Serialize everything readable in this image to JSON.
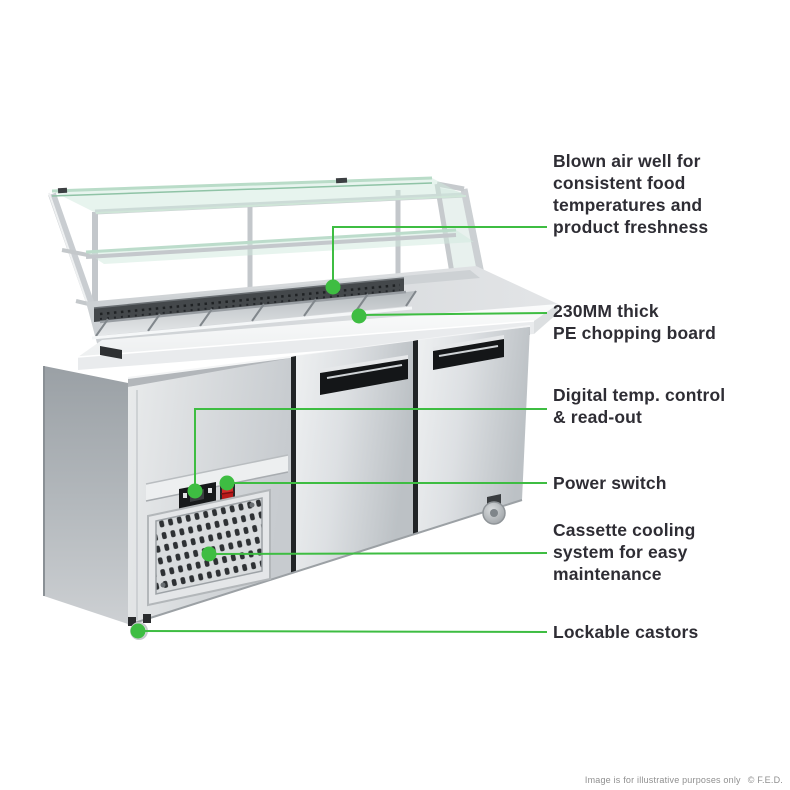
{
  "accent": {
    "green": "#3ebd42",
    "label_color": "#2e2d34",
    "footer_color": "#8f8f8f"
  },
  "callouts": [
    {
      "name": "blown-air-well",
      "label": "Blown air well for\nconsistent food\ntemperatures and\nproduct freshness"
    },
    {
      "name": "chopping-board",
      "label": "230MM thick\nPE chopping board"
    },
    {
      "name": "digital-temp-control",
      "label": "Digital temp. control\n& read-out"
    },
    {
      "name": "power-switch",
      "label": "Power switch"
    },
    {
      "name": "cassette-cooling",
      "label": "Cassette cooling\nsystem for easy\nmaintenance"
    },
    {
      "name": "lockable-castors",
      "label": "Lockable castors"
    }
  ],
  "footer": {
    "disclaimer": "Image is for illustrative purposes only",
    "copyright": "© F.E.D."
  }
}
